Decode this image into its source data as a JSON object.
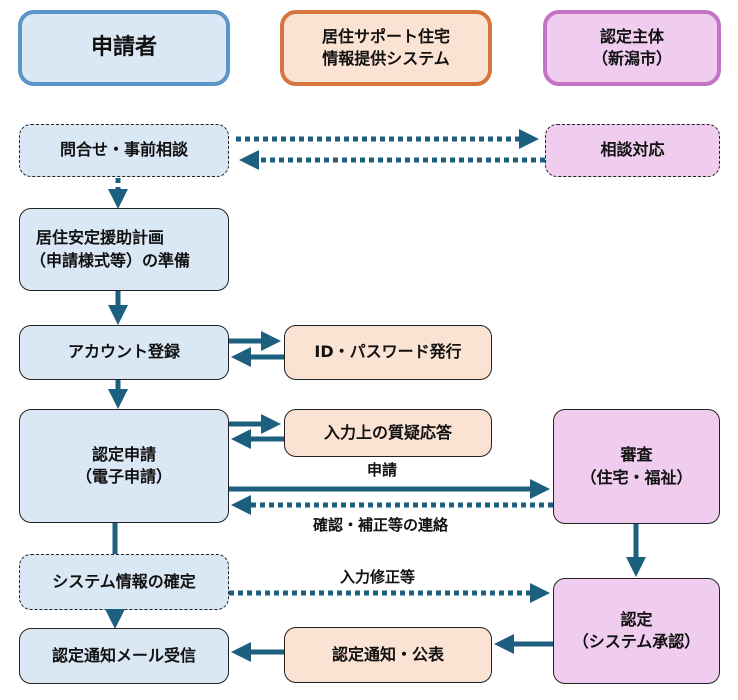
{
  "headers": {
    "applicant": "申請者",
    "system": [
      "居住サポート住宅",
      "情報提供システム"
    ],
    "authority": [
      "認定主体",
      "（新潟市）"
    ]
  },
  "steps": {
    "inquiry": "問合せ・事前相談",
    "consult_response": "相談対応",
    "plan_prep": [
      "居住安定援助計画",
      "（申請様式等）の準備"
    ],
    "account_register": "アカウント登録",
    "id_issue": "ID・パスワード発行",
    "e_application": [
      "認定申請",
      "（電子申請）"
    ],
    "input_qa": "入力上の質疑応答",
    "review": [
      "審査",
      "（住宅・福祉）"
    ],
    "system_confirm": "システム情報の確定",
    "certification": [
      "認定",
      "（システム承認）"
    ],
    "notice_publish": "認定通知・公表",
    "notice_mail": "認定通知メール受信"
  },
  "edge_labels": {
    "apply": "申請",
    "confirm_correct": "確認・補正等の連絡",
    "input_fix": "入力修正等"
  },
  "colors": {
    "arrow": "#1d5f7e",
    "applicant": "#dae8f5",
    "system": "#fbe3d4",
    "authority": "#f0cdee"
  }
}
